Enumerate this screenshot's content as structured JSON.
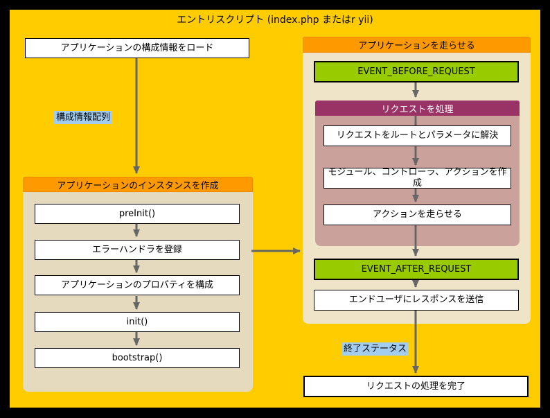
{
  "title": "エントリスクリプト (index.php またはr yii)",
  "colors": {
    "background": "#FFCC00",
    "outer_border": "#000000",
    "section_header": "#FF9900",
    "left_panel_body": "#E5D9BE",
    "right_panel_body": "#F0E4C8",
    "request_panel_header": "#993366",
    "request_panel_body": "#CBA29B",
    "event_box": "#99CC00",
    "note_label": "#A3CDEE",
    "arrow": "#666666"
  },
  "flow": {
    "load_config": "アプリケーションの構成情報をロード",
    "config_array_label": "構成情報配列",
    "create_instance": {
      "header": "アプリケーションのインスタンスを作成",
      "steps": [
        "preInit()",
        "エラーハンドラを登録",
        "アプリケーションのプロパティを構成",
        "init()",
        "bootstrap()"
      ]
    },
    "run_app": {
      "header": "アプリケーションを走らせる",
      "event_before": "EVENT_BEFORE_REQUEST",
      "handle_request": {
        "header": "リクエストを処理",
        "steps": [
          "リクエストをルートとパラメータに解決",
          "モジュール、コントローラ、アクションを作成",
          "アクションを走らせる"
        ]
      },
      "event_after": "EVENT_AFTER_REQUEST",
      "send_response": "エンドユーザにレスポンスを送信"
    },
    "exit_status_label": "終了ステータス",
    "finish": "リクエストの処理を完了"
  }
}
